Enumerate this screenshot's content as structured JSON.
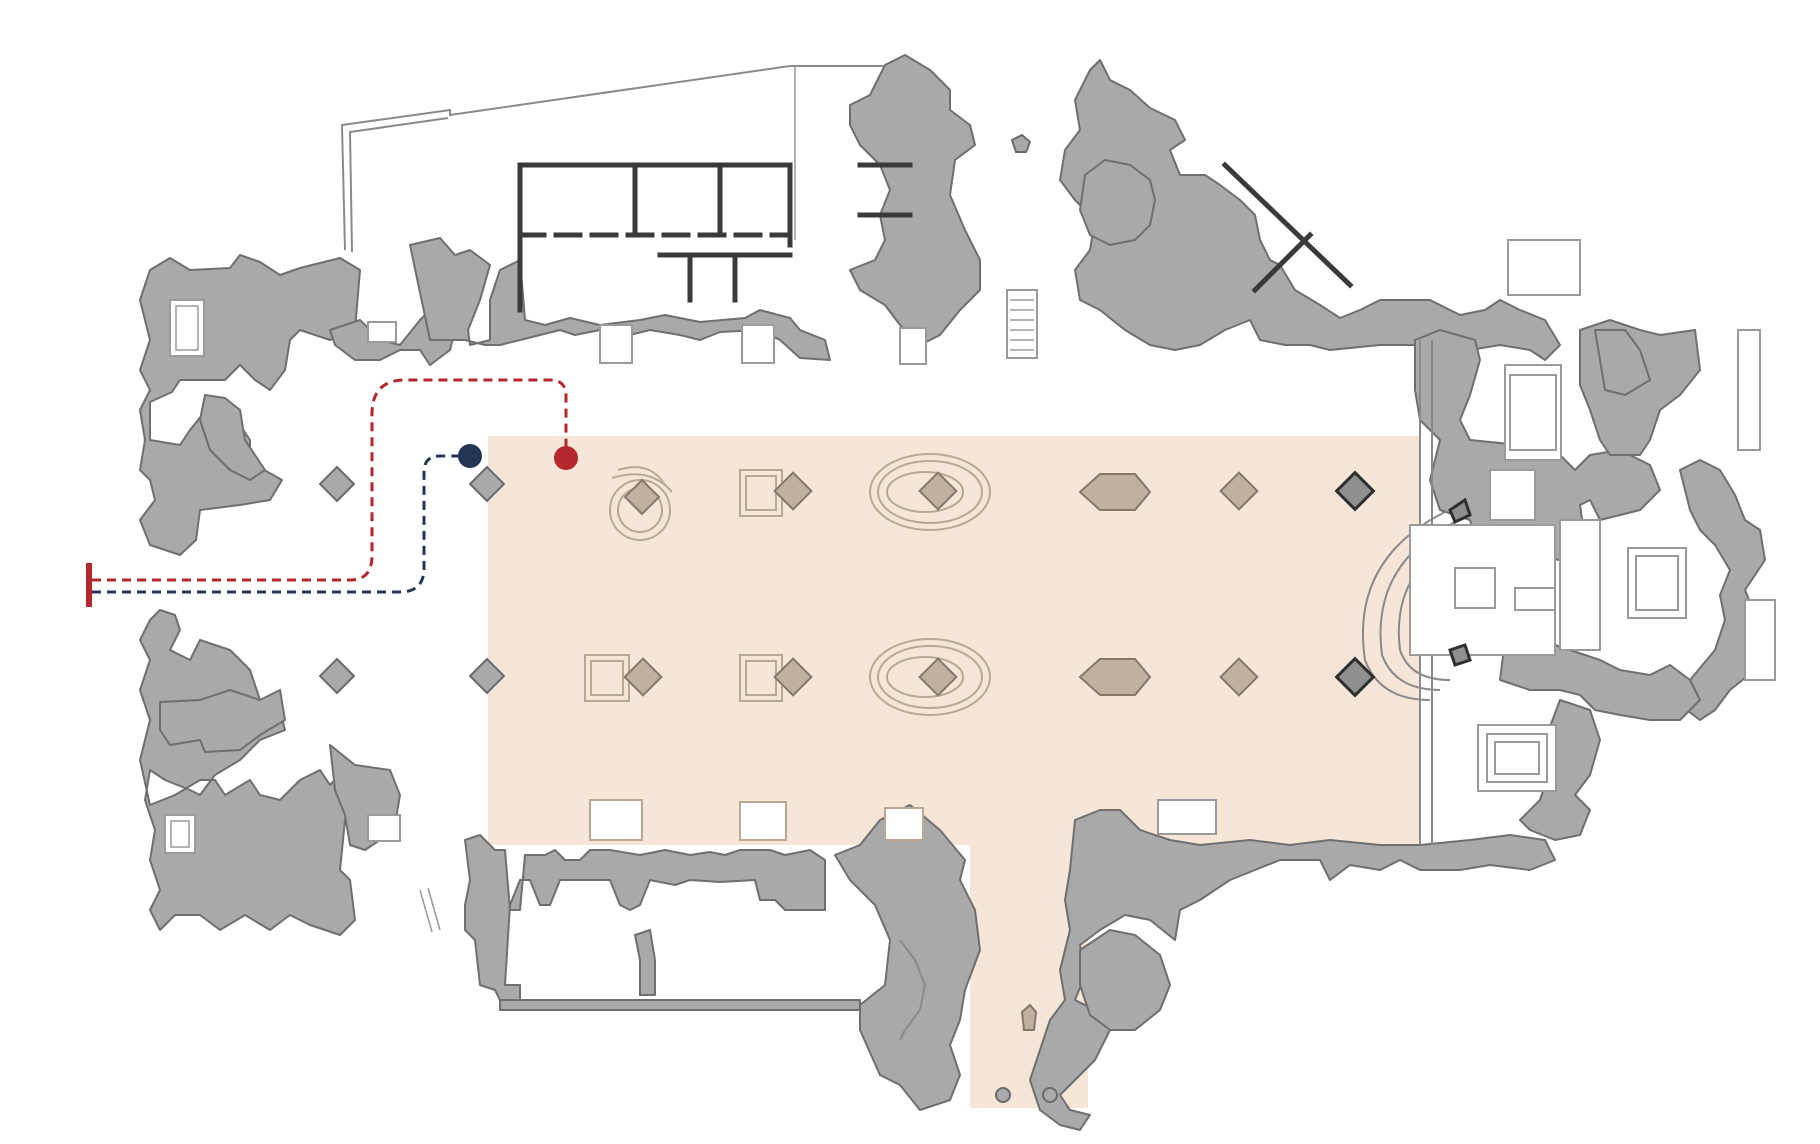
{
  "colors": {
    "highlight_area": "#f5e6d7",
    "wall_fill": "#a9a9a9",
    "wall_stroke": "#6f6f6f",
    "route_red": "#b3272d",
    "route_navy": "#253555"
  },
  "routes": [
    {
      "name": "red-route",
      "color": "#b3272d",
      "style": "dashed",
      "marker": "circle",
      "start": "west-entrance"
    },
    {
      "name": "navy-route",
      "color": "#253555",
      "style": "dashed",
      "marker": "circle",
      "start": "west-entrance"
    }
  ],
  "icons": [
    "entrance-marker",
    "route-endpoint-red",
    "route-endpoint-navy"
  ]
}
